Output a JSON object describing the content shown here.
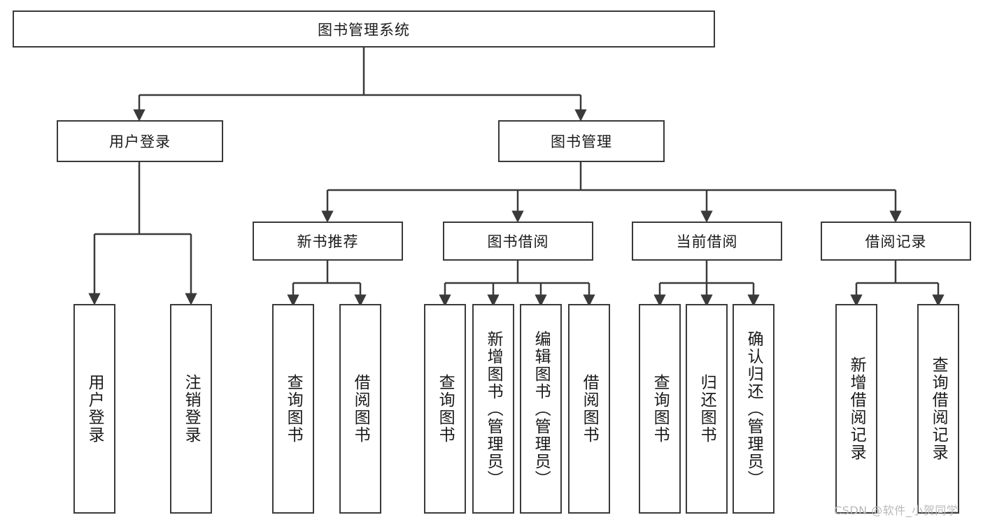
{
  "diagram": {
    "title": "图书管理系统",
    "type": "tree-hierarchy",
    "root": {
      "label": "图书管理系统"
    },
    "level2": [
      {
        "label": "用户登录"
      },
      {
        "label": "图书管理"
      }
    ],
    "level3": [
      {
        "label": "新书推荐",
        "parent": "图书管理"
      },
      {
        "label": "图书借阅",
        "parent": "图书管理"
      },
      {
        "label": "当前借阅",
        "parent": "图书管理"
      },
      {
        "label": "借阅记录",
        "parent": "图书管理"
      }
    ],
    "leaves": {
      "user_login": [
        {
          "label": "用户登录"
        },
        {
          "label": "注销登录"
        }
      ],
      "new_book_recommend": [
        {
          "label": "查询图书"
        },
        {
          "label": "借阅图书"
        }
      ],
      "book_borrow": [
        {
          "label": "查询图书"
        },
        {
          "label": "新增图书（管理员）"
        },
        {
          "label": "编辑图书（管理员）"
        },
        {
          "label": "借阅图书"
        }
      ],
      "current_borrow": [
        {
          "label": "查询图书"
        },
        {
          "label": "归还图书"
        },
        {
          "label": "确认归还（管理员）"
        }
      ],
      "borrow_record": [
        {
          "label": "新增借阅记录"
        },
        {
          "label": "查询借阅记录"
        }
      ]
    }
  },
  "watermark": {
    "text": "CSDN @软件_小贺同学"
  },
  "colors": {
    "stroke": "#3a3a3a",
    "fill": "#ffffff",
    "text": "#1a1a1a",
    "watermark": "#b9b9b9"
  }
}
